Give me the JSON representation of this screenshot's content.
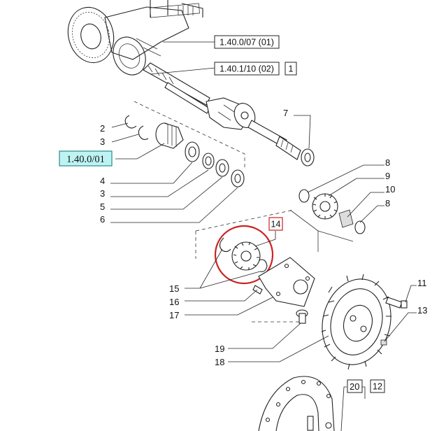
{
  "refs": {
    "top_ref_1": "1.40.0/07 (01)",
    "top_ref_2": "1.40.1/10 (02)",
    "top_ref_2_qty": "1",
    "cyan_ref": "1.40.0/01",
    "ref_14": "14",
    "ref_12": "12"
  },
  "callouts": {
    "c2": "2",
    "c3a": "3",
    "c4": "4",
    "c3b": "3",
    "c5": "5",
    "c6": "6",
    "c7": "7",
    "c8a": "8",
    "c9": "9",
    "c10": "10",
    "c8b": "8",
    "c11": "11",
    "c13": "13",
    "c15": "15",
    "c16": "16",
    "c17": "17",
    "c19": "19",
    "c18": "18",
    "c20": "20"
  },
  "colors": {
    "highlight_circle": "#cc2222",
    "cyan_box": "#bff3f3",
    "cyan_border": "#2a8a8a"
  }
}
